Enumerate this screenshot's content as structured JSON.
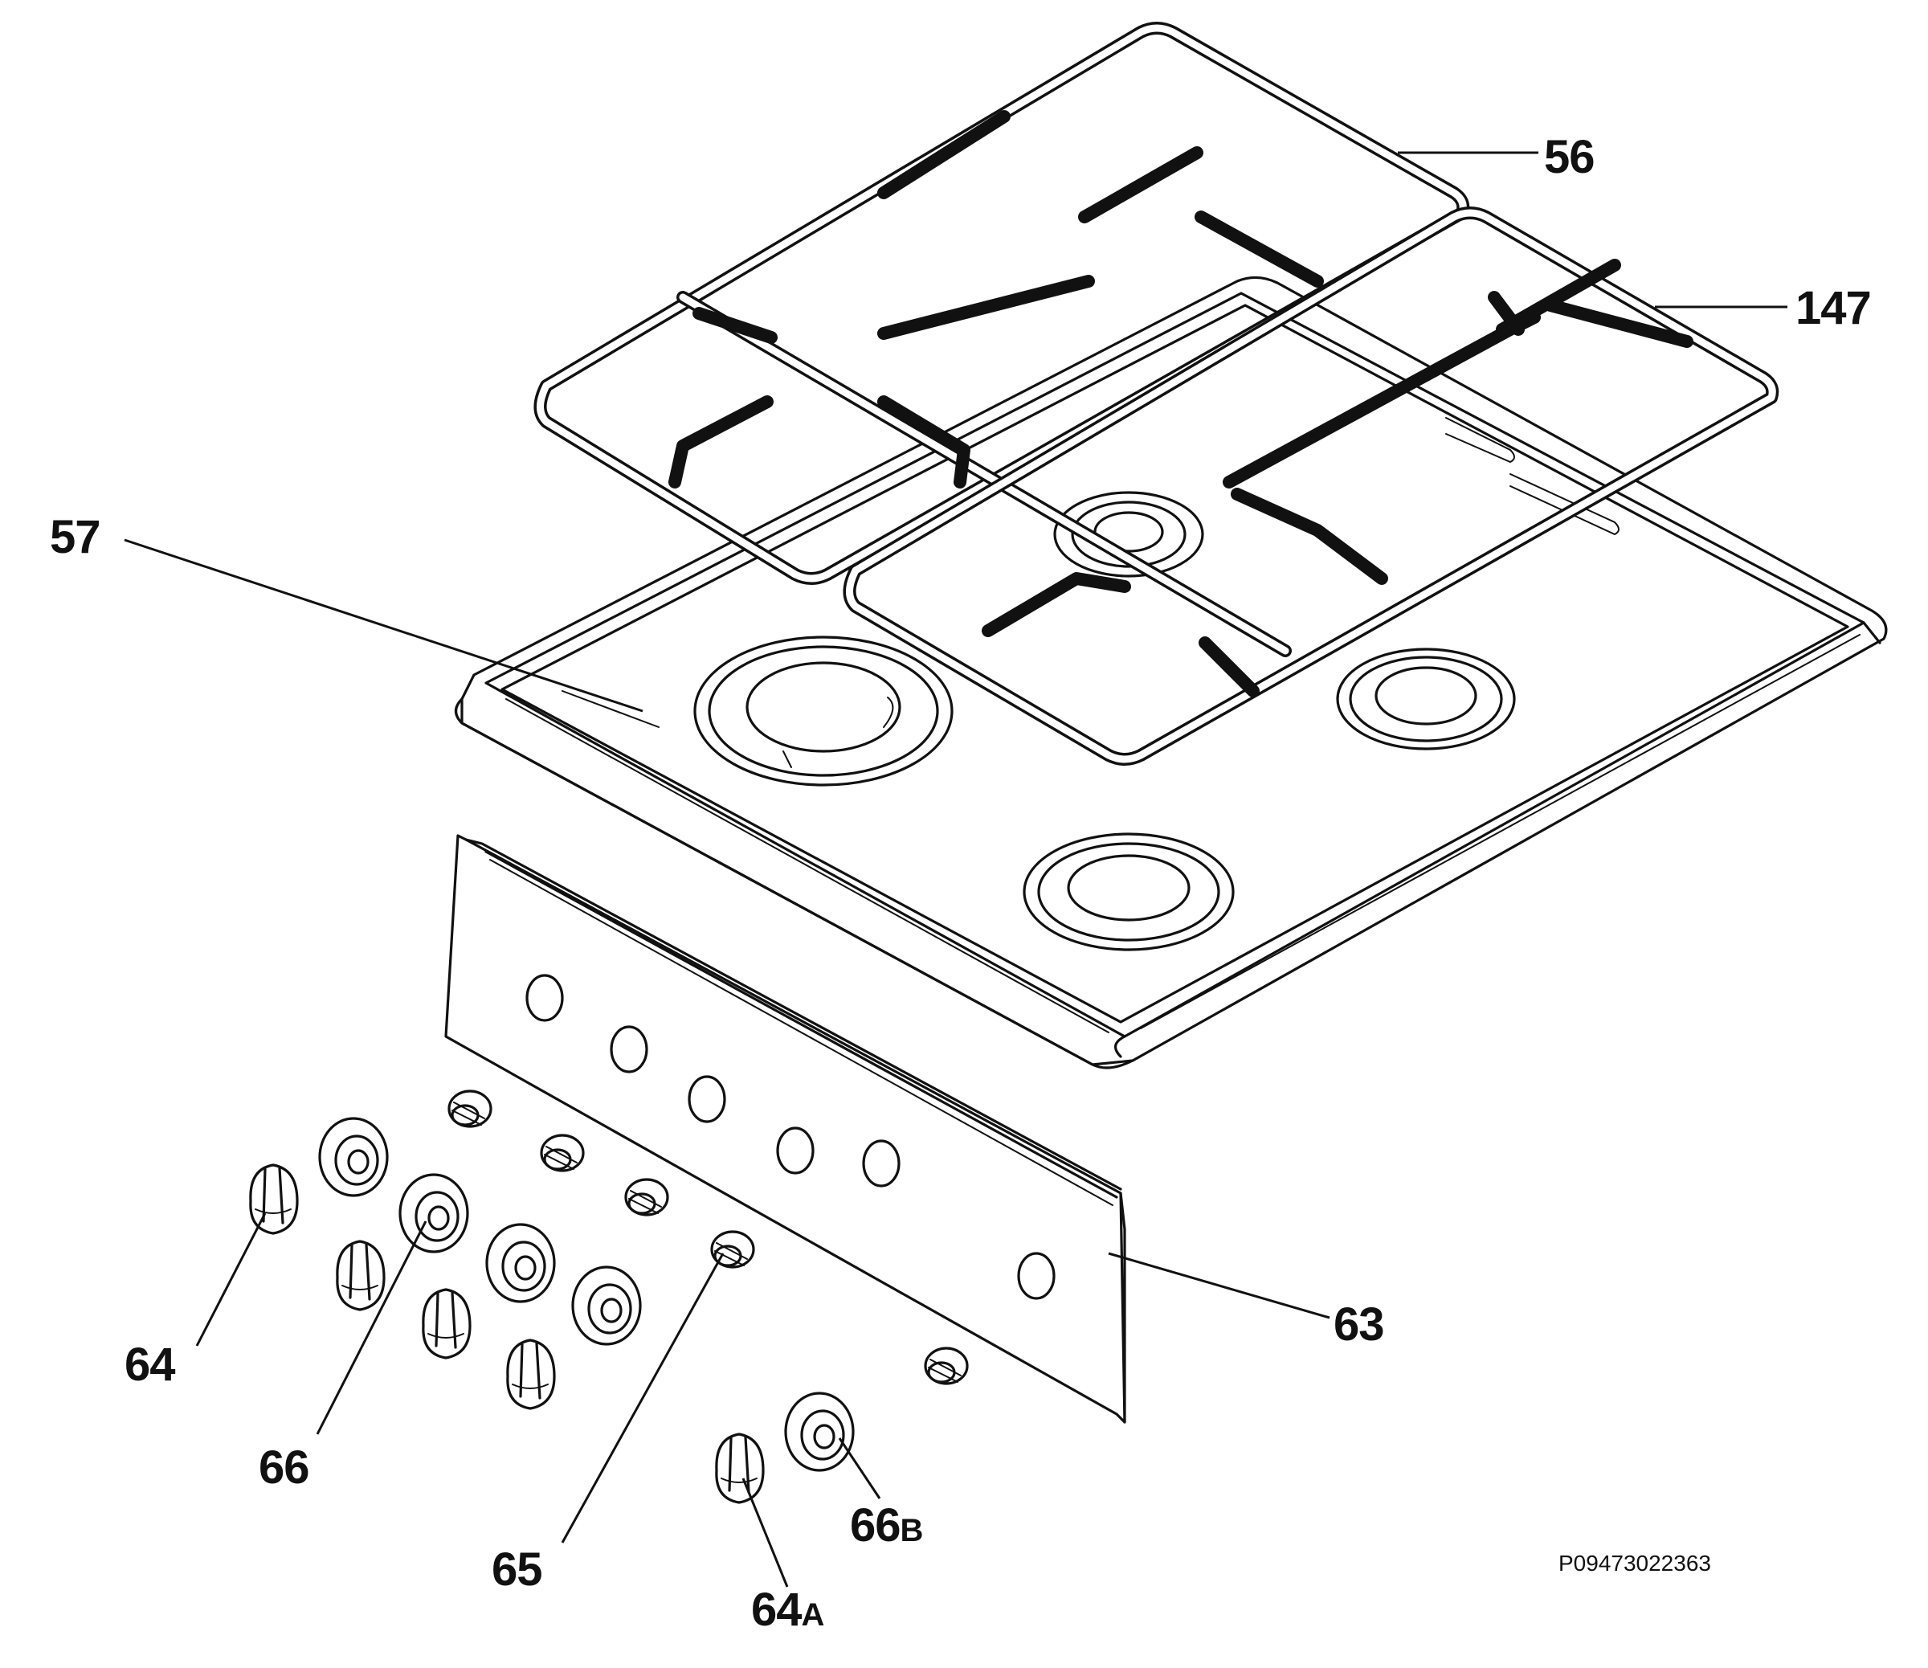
{
  "diagram": {
    "callouts": {
      "c56": "56",
      "c147": "147",
      "c57": "57",
      "c63": "63",
      "c64": "64",
      "c66": "66",
      "c65": "65",
      "c64a_num": "64",
      "c64a_suf": "A",
      "c66b_num": "66",
      "c66b_suf": "B"
    },
    "drawing_code": "P09473022363"
  }
}
